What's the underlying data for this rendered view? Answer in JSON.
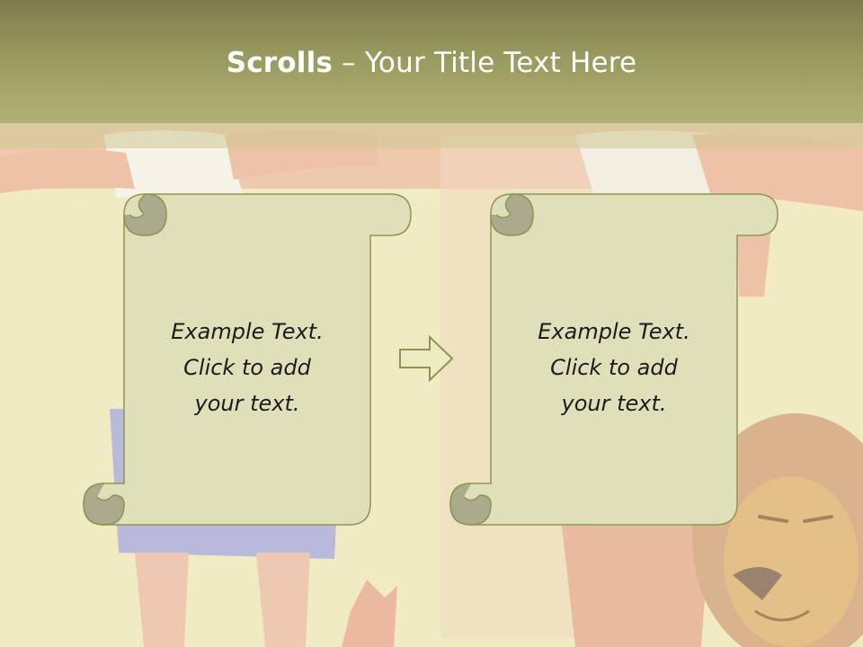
{
  "title": {
    "bold": "Scrolls",
    "separator": " – ",
    "rest": "Your Title Text Here"
  },
  "scrolls": [
    {
      "lines": [
        "Example Text.",
        "Click  to add",
        "your text."
      ]
    },
    {
      "lines": [
        "Example Text.",
        "Click  to add",
        "your text."
      ]
    }
  ],
  "colors": {
    "title_bar": "#979a5f",
    "scroll_fill": "#dfdfba",
    "scroll_stroke": "#8e9553",
    "scroll_curl": "#aaaa8c",
    "arrow_fill": "#ececc2",
    "arrow_stroke": "#8e9553"
  },
  "icons": [
    "right-arrow-icon"
  ]
}
